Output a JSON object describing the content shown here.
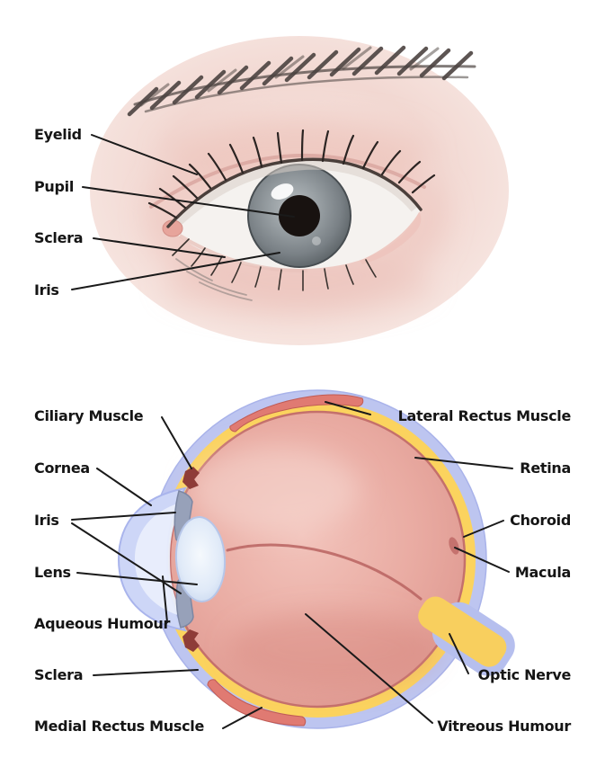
{
  "external_eye": {
    "labels": [
      {
        "text": "Eyelid"
      },
      {
        "text": "Pupil"
      },
      {
        "text": "Sclera"
      },
      {
        "text": "Iris"
      }
    ]
  },
  "cross_section": {
    "left_labels": [
      {
        "text": "Ciliary Muscle"
      },
      {
        "text": "Cornea"
      },
      {
        "text": "Iris"
      },
      {
        "text": "Lens"
      },
      {
        "text": "Aqueous Humour"
      },
      {
        "text": "Sclera"
      },
      {
        "text": "Medial Rectus Muscle"
      }
    ],
    "right_labels": [
      {
        "text": "Lateral Rectus Muscle"
      },
      {
        "text": "Retina"
      },
      {
        "text": "Choroid"
      },
      {
        "text": "Macula"
      },
      {
        "text": "Optic Nerve"
      },
      {
        "text": "Vitreous Humour"
      }
    ]
  },
  "palette": {
    "background": "#ffffff",
    "label_text": "#151515",
    "leader_line": "#1a1a1a",
    "skin_pink": "#f2d8d2",
    "iris_gray": "#7a8186",
    "pupil_black": "#181210",
    "sclera_white": "#f5f2ef",
    "scleral_coat_blue": "#bdc5f0",
    "choroid_yellow": "#fbd35e",
    "vitreous_pink": "#e7a89f",
    "lens_blue": "#dde8f8",
    "muscle_red": "#e07a72",
    "ciliary_dark_red": "#8e3c38",
    "optic_nerve_yellow": "#f8cf5e"
  }
}
